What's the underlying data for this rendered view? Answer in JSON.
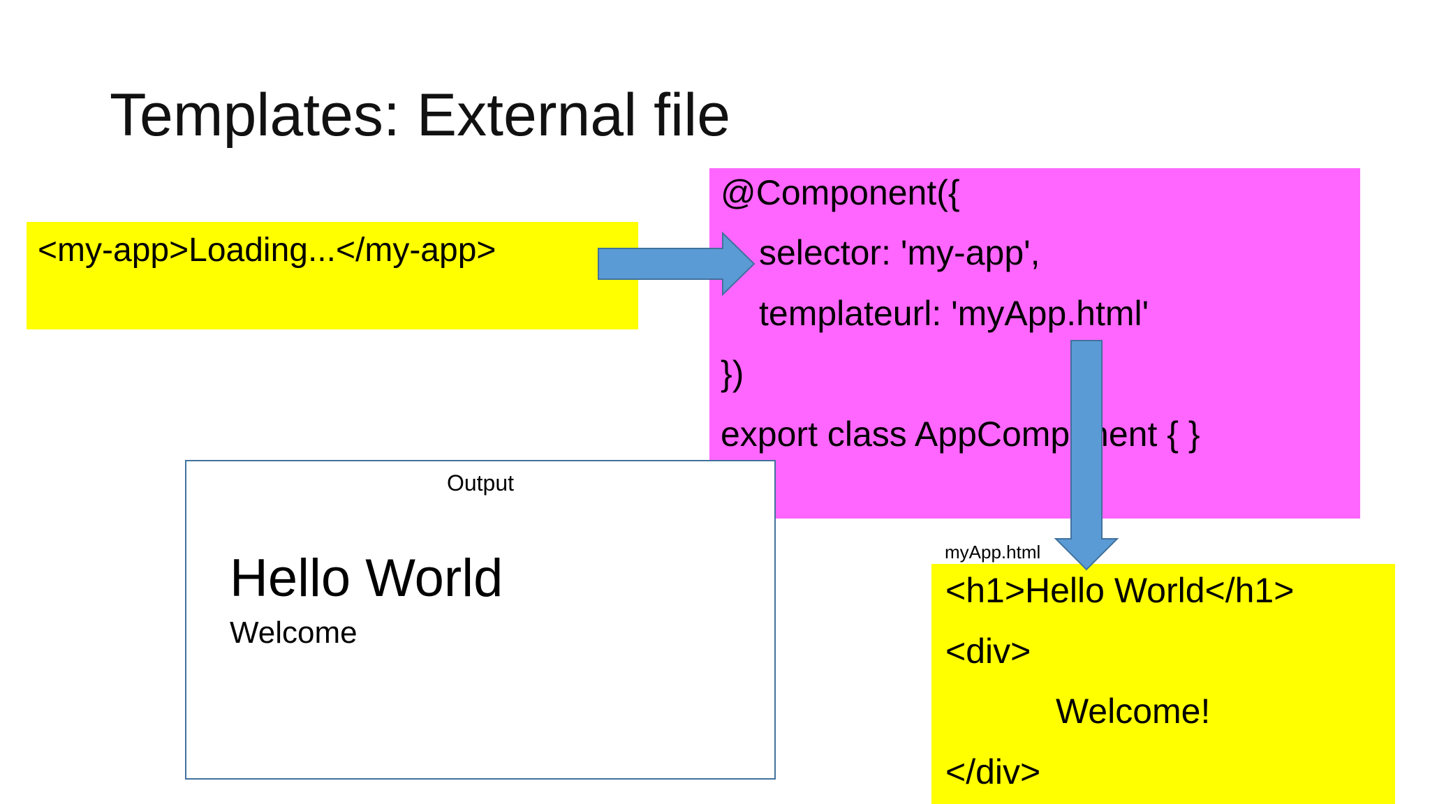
{
  "slide": {
    "title": "Templates: External file"
  },
  "index_html": {
    "code": "<my-app>Loading...</my-app>"
  },
  "component_code": {
    "lines": [
      "@Component({",
      "selector: 'my-app',",
      "templateurl: 'myApp.html'",
      "})",
      "export class AppComponent { }"
    ]
  },
  "output_panel": {
    "label": "Output",
    "heading": "Hello World",
    "text": "Welcome"
  },
  "template_file": {
    "filename": "myApp.html",
    "lines": [
      "<h1>Hello World</h1>",
      "<div>",
      "Welcome!",
      "</div>"
    ]
  },
  "colors": {
    "yellow_highlight": "#ffff00",
    "magenta_highlight": "#ff66ff",
    "arrow_fill": "#5b9bd5",
    "arrow_stroke": "#41719c",
    "output_border": "#41719c"
  },
  "icons": {
    "flow_arrow_right": "arrow-right-icon",
    "flow_arrow_down": "arrow-down-icon"
  }
}
